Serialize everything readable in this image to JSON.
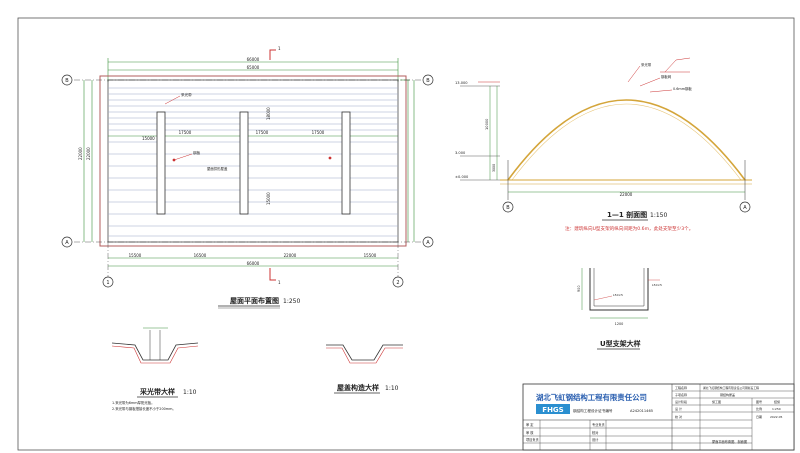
{
  "sheet": {
    "plan": {
      "title": "屋面平面布置图",
      "scale": "1:250",
      "overall_width": "66000",
      "inner_width": "65000",
      "overall_depth": "22000",
      "inner_depth": "22000",
      "bay_bottom": [
        "15500",
        "16500",
        "22000",
        "15500"
      ],
      "bay_top": [
        "17500",
        "17500",
        "17500"
      ],
      "strip_dims": [
        "15000",
        "18000",
        "15000"
      ],
      "grid_top_left": "B",
      "grid_top_right": "B",
      "grid_bottom_left": "A",
      "grid_bottom_right": "A",
      "grid_col_left": "1",
      "grid_col_right": "2",
      "section_mark": "1",
      "note_a": "采光带",
      "note_b": "钢板",
      "note_c": "屋面拱形屋盖"
    },
    "section": {
      "title": "1—1 剖面图",
      "scale": "1:150",
      "note": "注：建筑纵向U型支架的纵向间距为0.6m，此处支架至少3个。",
      "span": "22000",
      "level_top": "13.000",
      "level_mid": "3.000",
      "level_low": "±0.000",
      "height_dim": "10000",
      "base_dim": "3000",
      "axis_left": "B",
      "axis_right": "A",
      "callouts": [
        "采光带",
        "钢板网",
        "0.6mm钢板"
      ]
    },
    "u_bracket": {
      "title": "U型支架大样",
      "width": "1200",
      "height": "900",
      "callouts": [
        "L50×5",
        "L50×5"
      ]
    },
    "skylight_detail": {
      "title": "采光带大样",
      "scale": "1:10",
      "notes": [
        "1.采光带为6mm厚阳光板。",
        "2.采光带与钢板搭接长度不小于200mm。"
      ]
    },
    "roof_detail": {
      "title": "屋盖构造大样",
      "scale": "1:10"
    },
    "title_block": {
      "company": "湖北飞虹钢结构工程有限责任公司",
      "logo_text": "FHGS",
      "project": "钢结构工程设计证书编号",
      "cert_no": "A242011465",
      "rows_right": [
        [
          "工程名称",
          "",
          "湖北飞虹钢结构工程有限责任公司钢屋盖工程"
        ],
        [
          "子项名称",
          "",
          "钢结构屋盖"
        ],
        [
          "设计阶段",
          "施工图",
          "图号",
          "结施"
        ],
        [
          "设 计",
          "",
          "比例",
          "1:250"
        ],
        [
          "校 对",
          "",
          "日期",
          "2022.05"
        ]
      ],
      "drawing_name": "屋面平面布置图、剖面图",
      "left_rows": [
        "审 定",
        "审 核",
        "项目负责"
      ],
      "left_cols": [
        "专业负责",
        "校对",
        "设计"
      ]
    }
  }
}
